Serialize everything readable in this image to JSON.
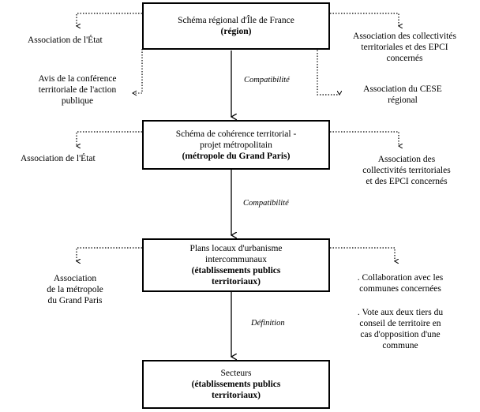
{
  "boxes": {
    "sdrif": {
      "line1": "Schéma régional d'Île de France",
      "line2": "(région)"
    },
    "scot": {
      "line1": "Schéma de cohérence territorial -",
      "line2": "projet métropolitain",
      "line3": "(métropole du Grand Paris)"
    },
    "plui": {
      "line1": "Plans locaux d'urbanisme",
      "line2": "intercommunaux",
      "line3": "(établissements publics",
      "line4": "territoriaux)"
    },
    "secteurs": {
      "line1": "Secteurs",
      "line2": "(établissements publics",
      "line3": "territoriaux)"
    }
  },
  "relations": {
    "r1": "Compatibilité",
    "r2": "Compatibilité",
    "r3": "Définition"
  },
  "labels": {
    "assoc_etat_1": "Association de l'État",
    "avis_conf_l1": "Avis de la conférence",
    "avis_conf_l2": "territoriale de l'action",
    "avis_conf_l3": "publique",
    "assoc_coll_1_l1": "Association des collectivités",
    "assoc_coll_1_l2": "territoriales et des EPCI",
    "assoc_coll_1_l3": "concernés",
    "assoc_cese_l1": "Association du CESE",
    "assoc_cese_l2": "régional",
    "assoc_etat_2": "Association de l'État",
    "assoc_coll_2_l1": "Association des",
    "assoc_coll_2_l2": "collectivités territoriales",
    "assoc_coll_2_l3": "et des EPCI concernés",
    "assoc_mgp_l1": "Association",
    "assoc_mgp_l2": "de la métropole",
    "assoc_mgp_l3": "du Grand Paris",
    "collab_l1": ". Collaboration avec les",
    "collab_l2": "communes concernées",
    "vote_l1": ". Vote aux deux tiers du",
    "vote_l2": "conseil de territoire en",
    "vote_l3": "cas d'opposition d'une",
    "vote_l4": "commune"
  }
}
